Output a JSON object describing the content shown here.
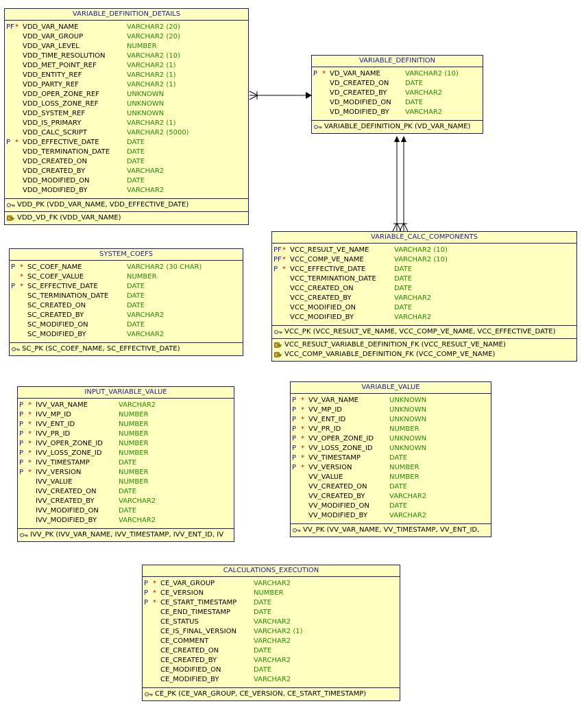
{
  "tables": [
    {
      "name": "VARIABLE_DEFINITION_DETAILS",
      "columns": [
        {
          "key": "PF",
          "req": "*",
          "name": "VDD_VAR_NAME",
          "type": "VARCHAR2 (20)"
        },
        {
          "key": "",
          "req": "",
          "name": "VDD_VAR_GROUP",
          "type": "VARCHAR2 (20)"
        },
        {
          "key": "",
          "req": "",
          "name": "VDD_VAR_LEVEL",
          "type": "NUMBER"
        },
        {
          "key": "",
          "req": "",
          "name": "VDD_TIME_RESOLUTION",
          "type": "VARCHAR2 (10)"
        },
        {
          "key": "",
          "req": "",
          "name": "VDD_MET_POINT_REF",
          "type": "VARCHAR2 (1)"
        },
        {
          "key": "",
          "req": "",
          "name": "VDD_ENTITY_REF",
          "type": "VARCHAR2 (1)"
        },
        {
          "key": "",
          "req": "",
          "name": "VDD_PARTY_REF",
          "type": "VARCHAR2 (1)"
        },
        {
          "key": "",
          "req": "",
          "name": "VDD_OPER_ZONE_REF",
          "type": "UNKNOWN"
        },
        {
          "key": "",
          "req": "",
          "name": "VDD_LOSS_ZONE_REF",
          "type": "UNKNOWN"
        },
        {
          "key": "",
          "req": "",
          "name": "VDD_SYSTEM_REF",
          "type": "UNKNOWN"
        },
        {
          "key": "",
          "req": "",
          "name": "VDD_IS_PRIMARY",
          "type": "VARCHAR2 (1)"
        },
        {
          "key": "",
          "req": "",
          "name": "VDD_CALC_SCRIPT",
          "type": "VARCHAR2 (5000)"
        },
        {
          "key": "P",
          "req": "*",
          "name": "VDD_EFFECTIVE_DATE",
          "type": "DATE"
        },
        {
          "key": "",
          "req": "",
          "name": "VDD_TERMINATION_DATE",
          "type": "DATE"
        },
        {
          "key": "",
          "req": "",
          "name": "VDD_CREATED_ON",
          "type": "DATE"
        },
        {
          "key": "",
          "req": "",
          "name": "VDD_CREATED_BY",
          "type": "VARCHAR2"
        },
        {
          "key": "",
          "req": "",
          "name": "VDD_MODIFIED_ON",
          "type": "DATE"
        },
        {
          "key": "",
          "req": "",
          "name": "VDD_MODIFIED_BY",
          "type": "VARCHAR2"
        }
      ],
      "pk": [
        "VDD_PK (VDD_VAR_NAME, VDD_EFFECTIVE_DATE)"
      ],
      "fk": [
        "VDD_VD_FK (VDD_VAR_NAME)"
      ]
    },
    {
      "name": "VARIABLE_DEFINITION",
      "columns": [
        {
          "key": "P",
          "req": "*",
          "name": "VD_VAR_NAME",
          "type": "VARCHAR2 (10)"
        },
        {
          "key": "",
          "req": "",
          "name": "VD_CREATED_ON",
          "type": "DATE"
        },
        {
          "key": "",
          "req": "",
          "name": "VD_CREATED_BY",
          "type": "VARCHAR2"
        },
        {
          "key": "",
          "req": "",
          "name": "VD_MODIFIED_ON",
          "type": "DATE"
        },
        {
          "key": "",
          "req": "",
          "name": "VD_MODIFIED_BY",
          "type": "VARCHAR2"
        }
      ],
      "pk": [
        "VARIABLE_DEFINITION_PK (VD_VAR_NAME)"
      ],
      "fk": []
    },
    {
      "name": "SYSTEM_COEFS",
      "columns": [
        {
          "key": "P",
          "req": "*",
          "name": "SC_COEF_NAME",
          "type": "VARCHAR2 (30 CHAR)"
        },
        {
          "key": "",
          "req": "*",
          "name": "SC_COEF_VALUE",
          "type": "NUMBER"
        },
        {
          "key": "P",
          "req": "*",
          "name": "SC_EFFECTIVE_DATE",
          "type": "DATE"
        },
        {
          "key": "",
          "req": "",
          "name": "SC_TERMINATION_DATE",
          "type": "DATE"
        },
        {
          "key": "",
          "req": "",
          "name": "SC_CREATED_ON",
          "type": "DATE"
        },
        {
          "key": "",
          "req": "",
          "name": "SC_CREATED_BY",
          "type": "VARCHAR2"
        },
        {
          "key": "",
          "req": "",
          "name": "SC_MODIFIED_ON",
          "type": "DATE"
        },
        {
          "key": "",
          "req": "",
          "name": "SC_MODIFIED_BY",
          "type": "VARCHAR2"
        }
      ],
      "pk": [
        "SC_PK (SC_COEF_NAME, SC_EFFECTIVE_DATE)"
      ],
      "fk": []
    },
    {
      "name": "VARIABLE_CALC_COMPONENTS",
      "columns": [
        {
          "key": "PF",
          "req": "*",
          "name": "VCC_RESULT_VE_NAME",
          "type": "VARCHAR2 (10)"
        },
        {
          "key": "PF",
          "req": "*",
          "name": "VCC_COMP_VE_NAME",
          "type": "VARCHAR2 (10)"
        },
        {
          "key": "P",
          "req": "*",
          "name": "VCC_EFFECTIVE_DATE",
          "type": "DATE"
        },
        {
          "key": "",
          "req": "",
          "name": "VCC_TERMINATION_DATE",
          "type": "DATE"
        },
        {
          "key": "",
          "req": "",
          "name": "VCC_CREATED_ON",
          "type": "DATE"
        },
        {
          "key": "",
          "req": "",
          "name": "VCC_CREATED_BY",
          "type": "VARCHAR2"
        },
        {
          "key": "",
          "req": "",
          "name": "VCC_MODIFIED_ON",
          "type": "DATE"
        },
        {
          "key": "",
          "req": "",
          "name": "VCC_MODIFIED_BY",
          "type": "VARCHAR2"
        }
      ],
      "pk": [
        "VCC_PK (VCC_RESULT_VE_NAME, VCC_COMP_VE_NAME, VCC_EFFECTIVE_DATE)"
      ],
      "fk": [
        "VCC_RESULT_VARIABLE_DEFINITION_FK (VCC_RESULT_VE_NAME)",
        "VCC_COMP_VARIABLE_DEFINITION_FK (VCC_COMP_VE_NAME)"
      ]
    },
    {
      "name": "INPUT_VARIABLE_VALUE",
      "columns": [
        {
          "key": "P",
          "req": "*",
          "name": "IVV_VAR_NAME",
          "type": "VARCHAR2"
        },
        {
          "key": "P",
          "req": "*",
          "name": "IVV_MP_ID",
          "type": "NUMBER"
        },
        {
          "key": "P",
          "req": "*",
          "name": "IVV_ENT_ID",
          "type": "NUMBER"
        },
        {
          "key": "P",
          "req": "*",
          "name": "IVV_PR_ID",
          "type": "NUMBER"
        },
        {
          "key": "P",
          "req": "*",
          "name": "IVV_OPER_ZONE_ID",
          "type": "NUMBER"
        },
        {
          "key": "P",
          "req": "*",
          "name": "IVV_LOSS_ZONE_ID",
          "type": "NUMBER"
        },
        {
          "key": "P",
          "req": "*",
          "name": "IVV_TIMESTAMP",
          "type": "DATE"
        },
        {
          "key": "P",
          "req": "*",
          "name": "IVV_VERSION",
          "type": "NUMBER"
        },
        {
          "key": "",
          "req": "",
          "name": "IVV_VALUE",
          "type": "NUMBER"
        },
        {
          "key": "",
          "req": "",
          "name": "IVV_CREATED_ON",
          "type": "DATE"
        },
        {
          "key": "",
          "req": "",
          "name": "IVV_CREATED_BY",
          "type": "VARCHAR2"
        },
        {
          "key": "",
          "req": "",
          "name": "IVV_MODIFIED_ON",
          "type": "DATE"
        },
        {
          "key": "",
          "req": "",
          "name": "IVV_MODIFIED_BY",
          "type": "VARCHAR2"
        }
      ],
      "pk": [
        "IVV_PK (IVV_VAR_NAME, IVV_TIMESTAMP, IVV_ENT_ID, IV"
      ],
      "fk": []
    },
    {
      "name": "VARIABLE_VALUE",
      "columns": [
        {
          "key": "P",
          "req": "*",
          "name": "VV_VAR_NAME",
          "type": "UNKNOWN"
        },
        {
          "key": "P",
          "req": "*",
          "name": "VV_MP_ID",
          "type": "UNKNOWN"
        },
        {
          "key": "P",
          "req": "*",
          "name": "VV_ENT_ID",
          "type": "UNKNOWN"
        },
        {
          "key": "P",
          "req": "*",
          "name": "VV_PR_ID",
          "type": "NUMBER"
        },
        {
          "key": "P",
          "req": "*",
          "name": "VV_OPER_ZONE_ID",
          "type": "UNKNOWN"
        },
        {
          "key": "P",
          "req": "*",
          "name": "VV_LOSS_ZONE_ID",
          "type": "UNKNOWN"
        },
        {
          "key": "P",
          "req": "*",
          "name": "VV_TIMESTAMP",
          "type": "DATE"
        },
        {
          "key": "P",
          "req": "*",
          "name": "VV_VERSION",
          "type": "NUMBER"
        },
        {
          "key": "",
          "req": "",
          "name": "VV_VALUE",
          "type": "NUMBER"
        },
        {
          "key": "",
          "req": "",
          "name": "VV_CREATED_ON",
          "type": "DATE"
        },
        {
          "key": "",
          "req": "",
          "name": "VV_CREATED_BY",
          "type": "VARCHAR2"
        },
        {
          "key": "",
          "req": "",
          "name": "VV_MODIFIED_ON",
          "type": "DATE"
        },
        {
          "key": "",
          "req": "",
          "name": "VV_MODIFIED_BY",
          "type": "VARCHAR2"
        }
      ],
      "pk": [
        "VV_PK (VV_VAR_NAME, VV_TIMESTAMP, VV_ENT_ID,"
      ],
      "fk": []
    },
    {
      "name": "CALCULATIONS_EXECUTION",
      "columns": [
        {
          "key": "P",
          "req": "*",
          "name": "CE_VAR_GROUP",
          "type": "VARCHAR2"
        },
        {
          "key": "P",
          "req": "*",
          "name": "CE_VERSION",
          "type": "NUMBER"
        },
        {
          "key": "P",
          "req": "*",
          "name": "CE_START_TIMESTAMP",
          "type": "DATE"
        },
        {
          "key": "",
          "req": "",
          "name": "CE_END_TIMESTAMP",
          "type": "DATE"
        },
        {
          "key": "",
          "req": "",
          "name": "CE_STATUS",
          "type": "VARCHAR2"
        },
        {
          "key": "",
          "req": "",
          "name": "CE_IS_FINAL_VERSION",
          "type": "VARCHAR2 (1)"
        },
        {
          "key": "",
          "req": "",
          "name": "CE_COMMENT",
          "type": "VARCHAR2"
        },
        {
          "key": "",
          "req": "",
          "name": "CE_CREATED_ON",
          "type": "DATE"
        },
        {
          "key": "",
          "req": "",
          "name": "CE_CREATED_BY",
          "type": "VARCHAR2"
        },
        {
          "key": "",
          "req": "",
          "name": "CE_MODIFIED_ON",
          "type": "DATE"
        },
        {
          "key": "",
          "req": "",
          "name": "CE_MODIFIED_BY",
          "type": "VARCHAR2"
        }
      ],
      "pk": [
        "CE_PK (CE_VAR_GROUP, CE_VERSION, CE_START_TIMESTAMP)"
      ],
      "fk": []
    }
  ],
  "relationships": [
    {
      "from": "VARIABLE_DEFINITION_DETAILS",
      "to": "VARIABLE_DEFINITION"
    },
    {
      "from": "VARIABLE_CALC_COMPONENTS",
      "to": "VARIABLE_DEFINITION"
    },
    {
      "from": "VARIABLE_CALC_COMPONENTS",
      "to": "VARIABLE_DEFINITION"
    }
  ],
  "colors": {
    "table_fill": "#ffffc0",
    "border": "#1a1a7a",
    "title": "#1a1aa0",
    "type": "#228b00",
    "required": "#d00000"
  }
}
